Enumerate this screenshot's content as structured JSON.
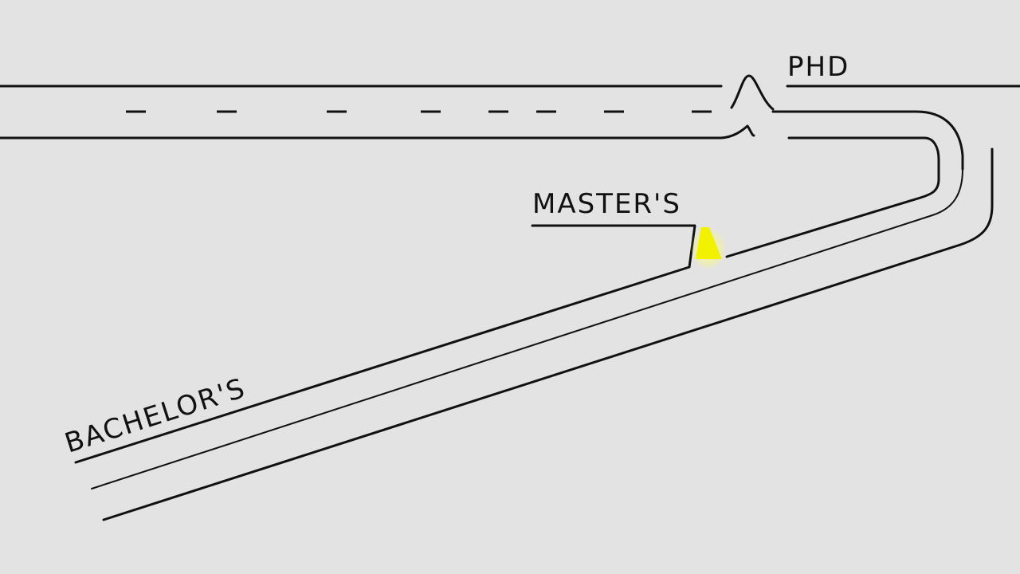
{
  "labels": {
    "phd": "PHD",
    "masters": "MASTER'S",
    "bachelors": "BACHELOR'S"
  },
  "colors": {
    "background": "#e3e3e3",
    "line": "#111111",
    "marker": "#f2f200"
  }
}
